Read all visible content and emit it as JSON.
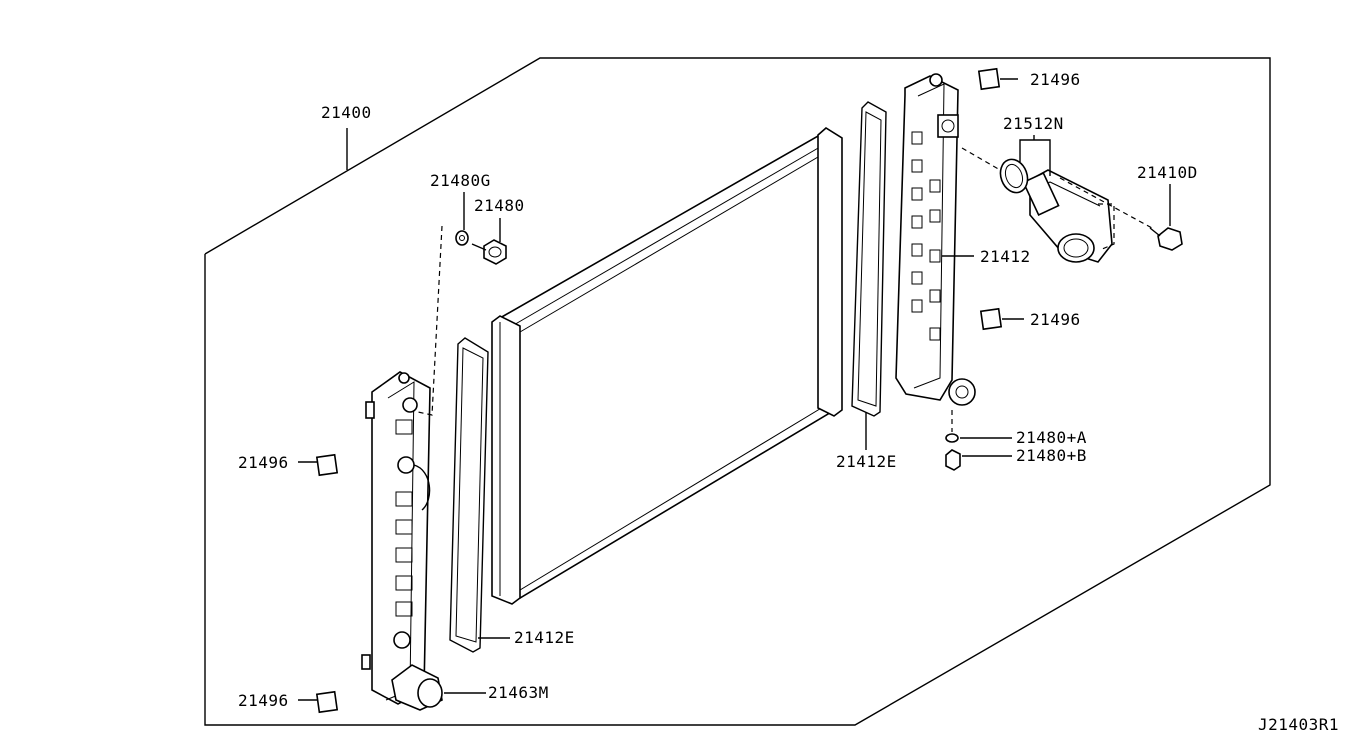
{
  "diagram_id": "J21403R1",
  "callouts": {
    "radiator_assembly": "21400",
    "drain_plug_washer": "21480G",
    "drain_plug": "21480",
    "clip_top_right": "21496",
    "clip_mid_right": "21496",
    "clip_left_upper": "21496",
    "clip_left_lower": "21496",
    "o_ring": "21512N",
    "bolt": "21410D",
    "right_tank": "21412",
    "right_tank_gasket": "21412E",
    "left_tank_gasket": "21412E",
    "washer_a": "21480+A",
    "plug_b": "21480+B",
    "cap": "21463M"
  }
}
